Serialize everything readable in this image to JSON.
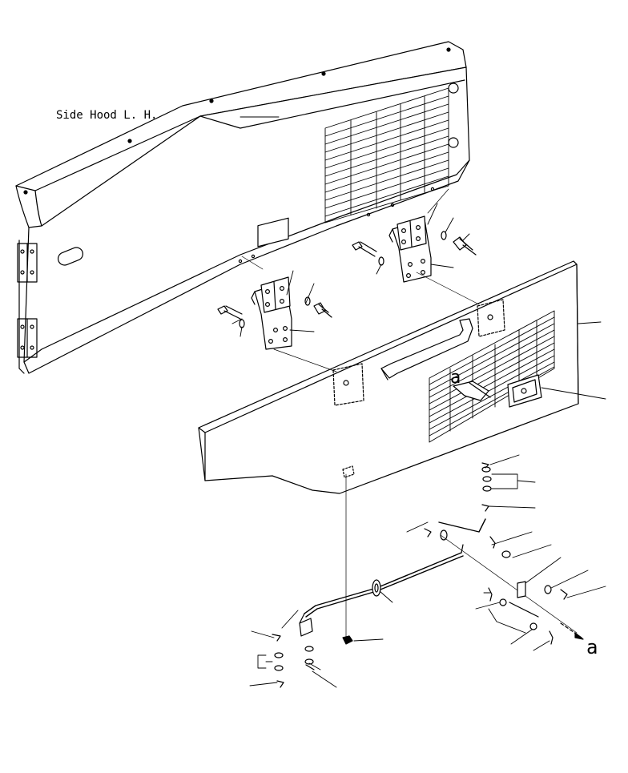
{
  "labels": {
    "side_hood": "Side Hood L. H.",
    "ref_a_top": "a",
    "ref_a_bottom": "a"
  },
  "colors": {
    "line": "#000000",
    "background": "#ffffff"
  }
}
